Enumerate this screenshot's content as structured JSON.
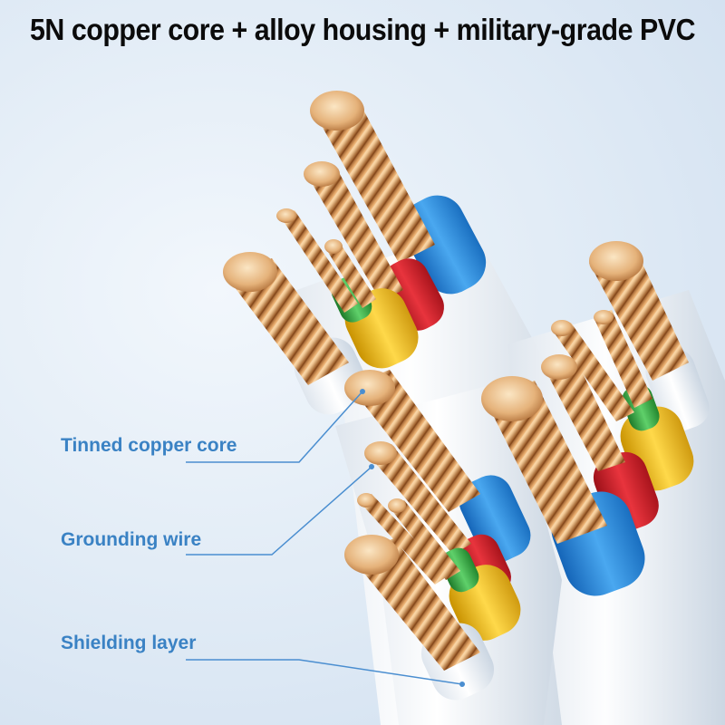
{
  "headline": "5N copper core + alloy housing + military-grade PVC",
  "callouts": [
    {
      "label": "Tinned copper core"
    },
    {
      "label": "Grounding wire"
    },
    {
      "label": "Shielding layer"
    }
  ],
  "colors": {
    "background": "#dfeaf5",
    "label": "#3a82c4",
    "copper": "#d99a5a",
    "blue_insulation": "#2f8fe0",
    "red_insulation": "#d5252f",
    "yellow_insulation": "#f0c22a",
    "green_insulation": "#3bb34a",
    "jacket": "#f4f7fa"
  }
}
